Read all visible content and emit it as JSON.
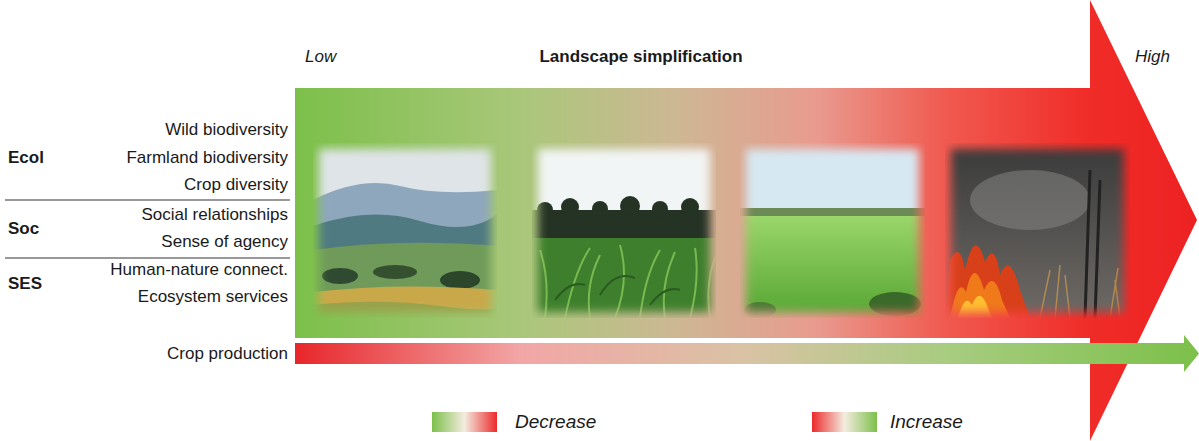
{
  "diagram": {
    "title": "Landscape simplification",
    "labels": [
      "Low",
      "High",
      "Ecol",
      "Wild biodiversity",
      "Farmland biodiversity",
      "Crop diversity",
      "Soc",
      "Social relationships",
      "Sense of agency",
      "SES",
      "Human-nature connect.",
      "Ecosystem services",
      "Crop production"
    ],
    "legend": [
      {
        "text": "Decrease"
      },
      {
        "text": "Increase"
      }
    ]
  }
}
